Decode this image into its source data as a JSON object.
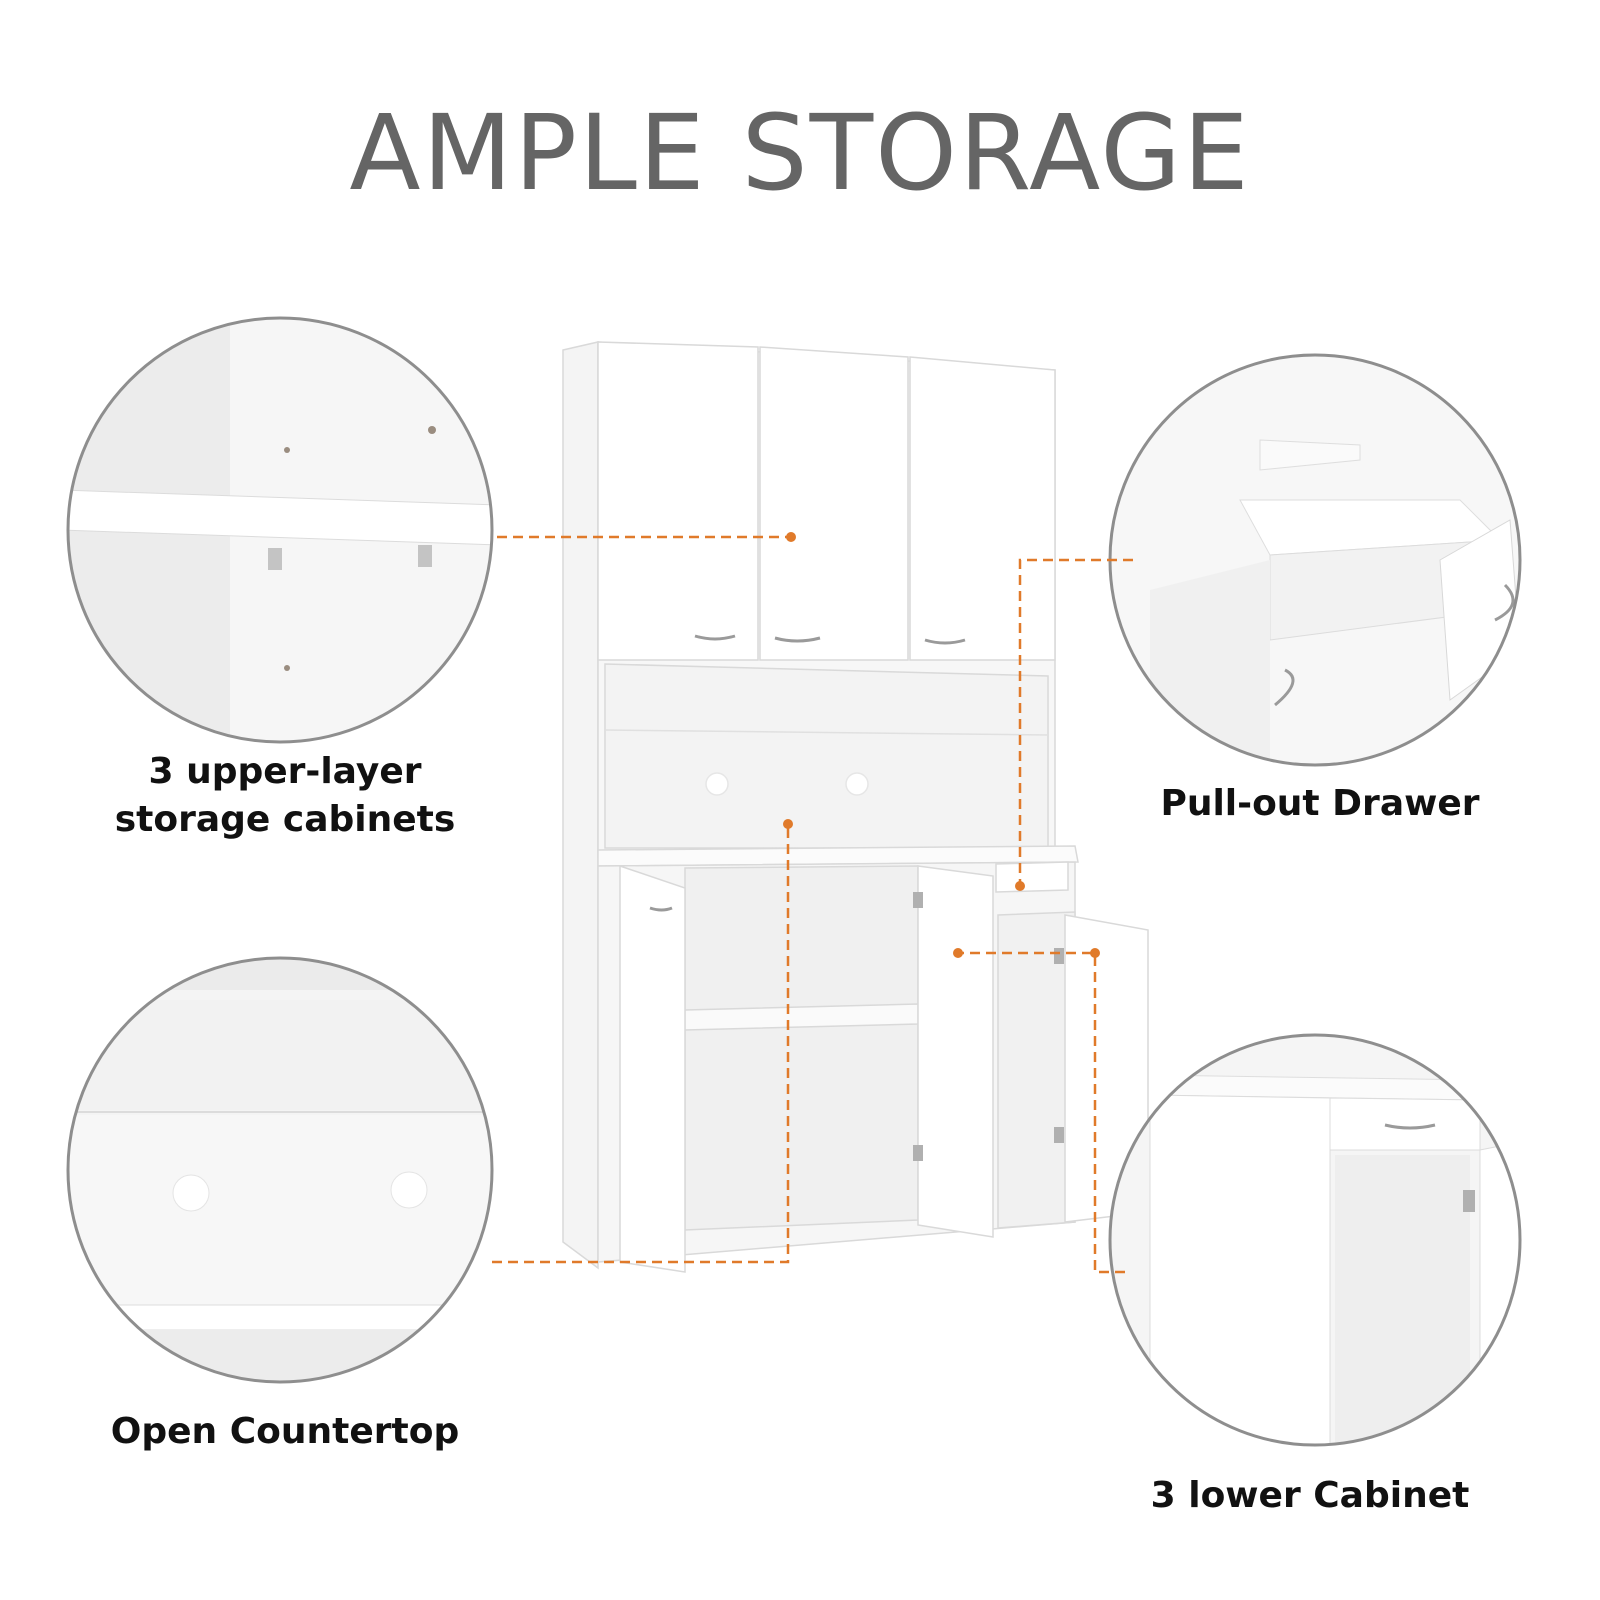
{
  "title": "AMPLE STORAGE",
  "features": [
    {
      "line1": "3 upper-layer",
      "line2": "storage cabinets"
    },
    {
      "label": "Pull-out Drawer"
    },
    {
      "label": "Open Countertop"
    },
    {
      "label": "3 lower Cabinet"
    }
  ],
  "colors": {
    "title": "#656565",
    "caption": "#111111",
    "callout": "#e07a2a",
    "cabinet": "#ffffff",
    "circle_border": "#8e8e8e"
  }
}
